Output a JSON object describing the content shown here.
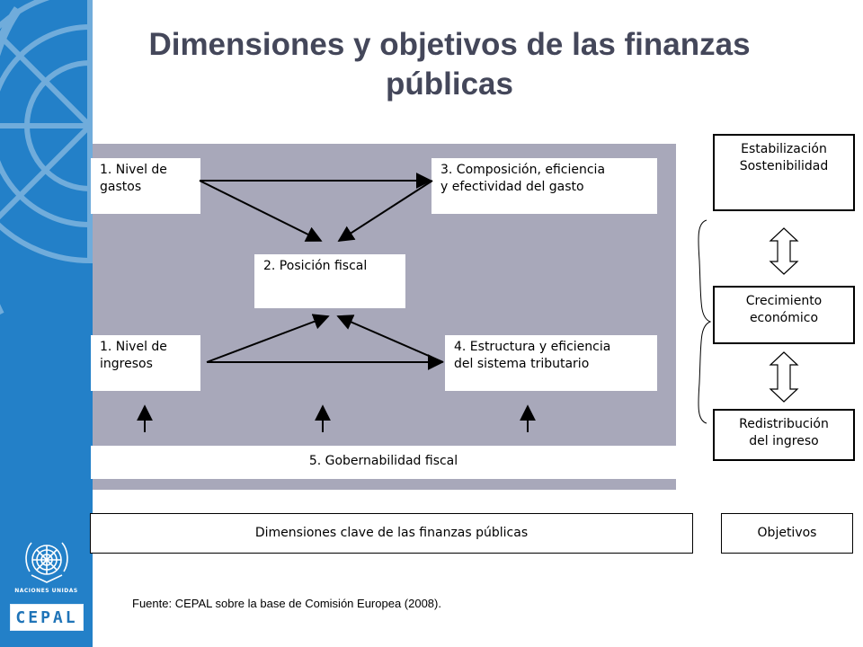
{
  "title": "Dimensiones y objetivos de las finanzas públicas",
  "boxes": {
    "gastos": [
      "1. Nivel de",
      "gastos"
    ],
    "composicion": [
      "3. Composición, eficiencia",
      "y efectividad del gasto"
    ],
    "posicion": "2. Posición fiscal",
    "ingresos": [
      "1. Nivel de",
      "ingresos"
    ],
    "estructura": [
      "4. Estructura y eficiencia",
      "del sistema tributario"
    ],
    "gobernabilidad": "5. Gobernabilidad fiscal"
  },
  "objetivos": {
    "estabilizacion": [
      "Estabilización",
      "Sostenibilidad"
    ],
    "crecimiento": [
      "Crecimiento",
      "económico"
    ],
    "redistribucion": [
      "Redistribución",
      "del ingreso"
    ]
  },
  "footer_labels": {
    "dimensiones": "Dimensiones clave de las finanzas públicas",
    "objetivos": "Objetivos"
  },
  "logo": {
    "org_name": "NACIONES UNIDAS",
    "cepal": "CEPAL"
  },
  "source": "Fuente: CEPAL sobre la base de Comisión Europea (2008).",
  "colors": {
    "sidebar": "#2380c8",
    "panel": "#a8a8ba",
    "title": "#44475a"
  }
}
